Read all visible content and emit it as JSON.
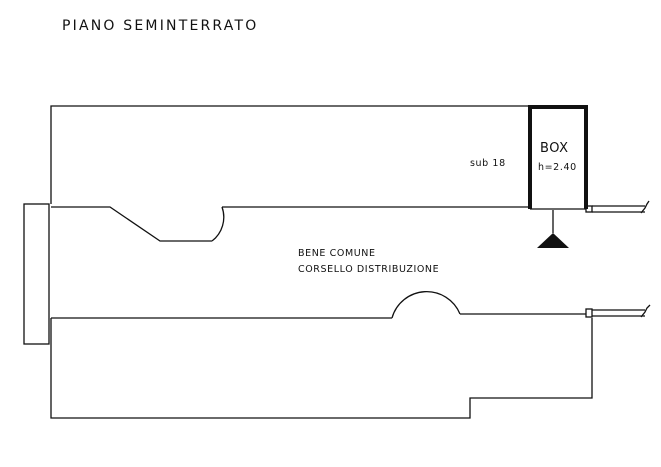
{
  "floor_title": "PIANO SEMINTERRATO",
  "box": {
    "label": "BOX",
    "height_label": "h=2.40"
  },
  "sub_label": "sub 18",
  "common_area": {
    "line1": "BENE COMUNE",
    "line2": "CORSELLO DISTRIBUZIONE"
  },
  "colors": {
    "line": "#111111",
    "background": "#ffffff"
  }
}
